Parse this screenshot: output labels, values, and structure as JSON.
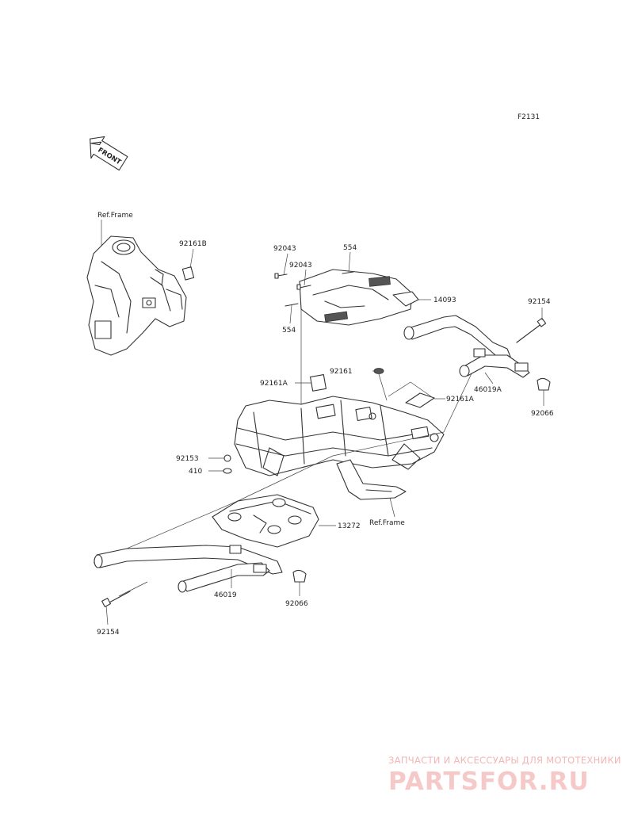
{
  "diagram": {
    "code": "F2131",
    "front_marker": "FRONT",
    "labels": {
      "ref_frame_top": "Ref.Frame",
      "ref_frame_bottom": "Ref.Frame",
      "p92161B": "92161B",
      "p92043_a": "92043",
      "p92043_b": "92043",
      "p554_top": "554",
      "p554_left": "554",
      "p14093": "14093",
      "p92154_right": "92154",
      "p92161": "92161",
      "p92161A_left": "92161A",
      "p92161A_right": "92161A",
      "p46019A": "46019A",
      "p92066_right": "92066",
      "p92153": "92153",
      "p410": "410",
      "p13272": "13272",
      "p46019": "46019",
      "p92066_bottom": "92066",
      "p92154_bottom": "92154"
    }
  },
  "watermark": {
    "tagline": "ЗАПЧАСТИ И АКСЕССУАРЫ ДЛЯ МОТОТЕХНИКИ",
    "brand": "PARTSFOR.RU"
  }
}
